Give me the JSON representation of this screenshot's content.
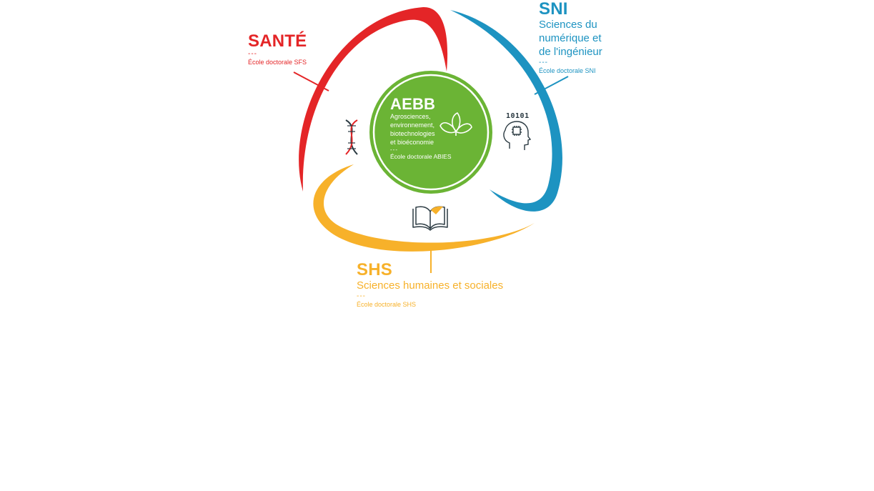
{
  "colors": {
    "sante": "#e42527",
    "sni": "#1d93c1",
    "shs": "#f7b12a",
    "aebb": "#6bb435",
    "icon": "#2b3a42"
  },
  "sante": {
    "title": "SANTÉ",
    "separator": "---",
    "school": "École doctorale SFS"
  },
  "sni": {
    "title": "SNI",
    "subtitle_lines": [
      "Sciences du",
      "numérique et",
      "de l'ingénieur"
    ],
    "separator": "---",
    "school": "École doctorale SNI"
  },
  "shs": {
    "title": "SHS",
    "subtitle": "Sciences humaines et sociales",
    "separator": "---",
    "school": "École doctorale SHS"
  },
  "aebb": {
    "title": "AEBB",
    "subtitle_lines": [
      "Agrosciences,",
      "environnement,",
      "biotechnologies",
      "et bioéconomie"
    ],
    "separator": "---",
    "school": "École doctorale ABIES"
  },
  "icons": {
    "dna": "dna-icon",
    "leaf": "leaf-icon",
    "head": "brain-chip-icon",
    "book": "open-book-icon",
    "binary_text": "10101"
  }
}
